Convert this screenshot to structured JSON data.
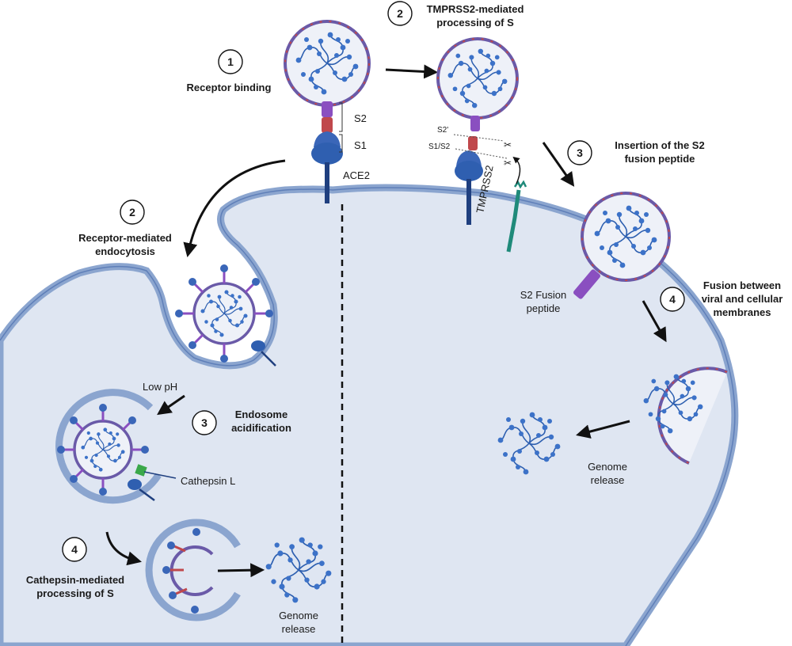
{
  "left_pathway": {
    "step1": {
      "num": "1",
      "label": "Receptor binding"
    },
    "s2_label": "S2",
    "s1_label": "S1",
    "ace2_label": "ACE2",
    "step2": {
      "num": "2",
      "line1": "Receptor-mediated",
      "line2": "endocytosis"
    },
    "low_ph": "Low pH",
    "step3": {
      "num": "3",
      "line1": "Endosome",
      "line2": "acidification"
    },
    "cathepsin": "Cathepsin L",
    "step4": {
      "num": "4",
      "line1": "Cathepsin-mediated",
      "line2": "processing of S"
    },
    "genome": {
      "line1": "Genome",
      "line2": "release"
    }
  },
  "right_pathway": {
    "step2": {
      "num": "2",
      "line1": "TMPRSS2-mediated",
      "line2": "processing of S"
    },
    "s2prime": "S2'",
    "s1s2": "S1/S2",
    "tmprss2": "TMPRSS2",
    "step3": {
      "num": "3",
      "line1": "Insertion of the S2",
      "line2": "fusion peptide"
    },
    "fusion_peptide": {
      "line1": "S2 Fusion",
      "line2": "peptide"
    },
    "step4": {
      "num": "4",
      "line1": "Fusion between",
      "line2": "viral and cellular",
      "line3": "membranes"
    },
    "genome": {
      "line1": "Genome",
      "line2": "release"
    }
  },
  "colors": {
    "cell_fill": "#dfe6f2",
    "membrane": "#7f9fd0",
    "membrane_dark": "#4e6fa8",
    "viral_envelope": "#6a3f9a",
    "rna_blue": "#3c72c8",
    "spike_purple": "#8a4fc0",
    "spike_red": "#c0484c",
    "ace2_blue": "#2f5fb0",
    "tmprss2_teal": "#1f8a7a",
    "cathepsin_green": "#3aa84a"
  }
}
